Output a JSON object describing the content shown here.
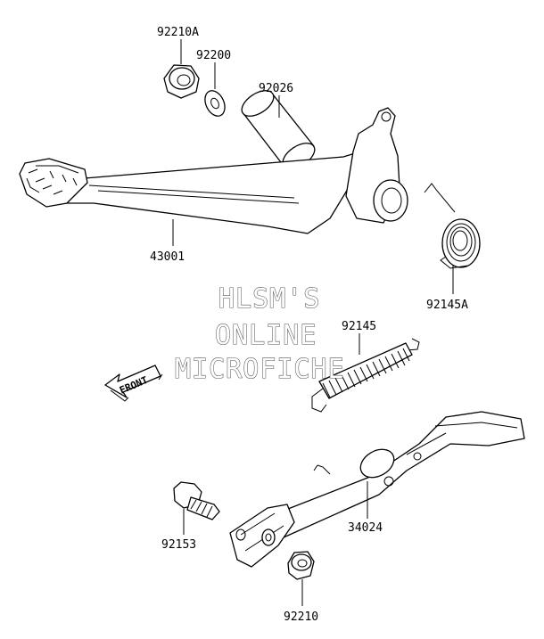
{
  "parts": {
    "nut_top": "92210A",
    "washer": "92200",
    "collar": "92026",
    "brake_pedal": "43001",
    "torsion_spring": "92145A",
    "extension_spring": "92145",
    "bolt": "92153",
    "side_stand": "34024",
    "nut_bottom": "92210"
  },
  "watermark": {
    "line1": "HLSM'S",
    "line2": "ONLINE",
    "line3": "MICROFICHE"
  },
  "front_arrow": "FRONT"
}
